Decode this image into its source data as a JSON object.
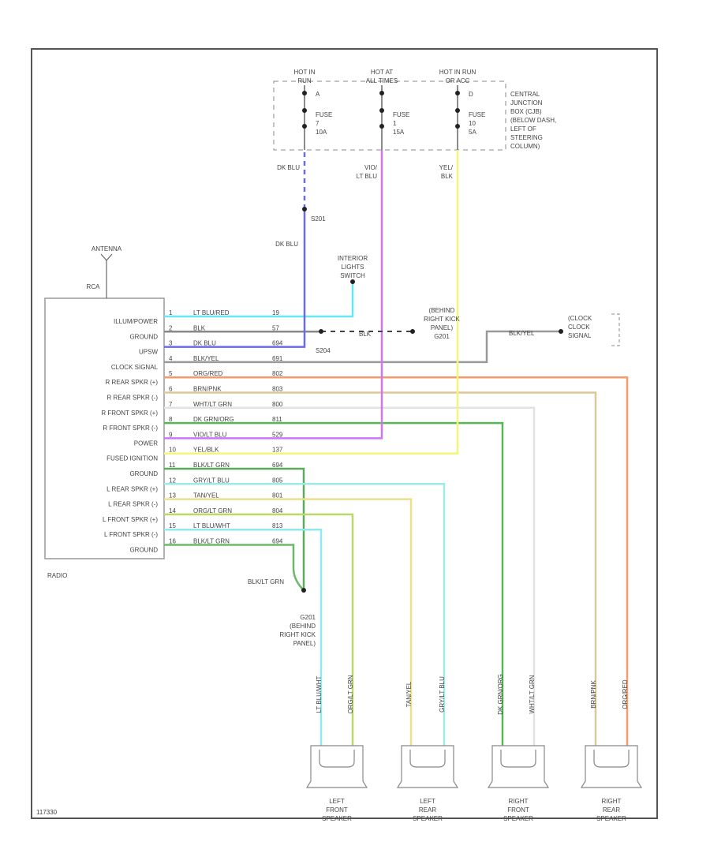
{
  "colors": {
    "frame": "#555555",
    "text": "#444444"
  },
  "fuse_box": {
    "label": [
      "CENTRAL",
      "JUNCTION",
      "BOX (CJB)",
      "(BELOW DASH,",
      "LEFT OF",
      "STEERING",
      "COLUMN)"
    ],
    "feeds": [
      {
        "hot": [
          "HOT IN",
          "RUN"
        ],
        "fuse": [
          "FUSE",
          "7",
          "10A"
        ],
        "pin": "A"
      },
      {
        "hot": [
          "HOT AT",
          "ALL TIMES"
        ],
        "fuse": [
          "FUSE",
          "1",
          "15A"
        ],
        "pin": ""
      },
      {
        "hot": [
          "HOT IN RUN",
          "OR ACC"
        ],
        "fuse": [
          "FUSE",
          "10",
          "5A"
        ],
        "pin": "D"
      }
    ],
    "feed_wire_labels": [
      [
        "DK BLU"
      ],
      [
        "VIO/",
        "LT BLU"
      ],
      [
        "YEL/",
        "BLK"
      ]
    ]
  },
  "splice_s201": "S201",
  "dk_blu_lower": "DK BLU",
  "antenna": {
    "label": "ANTENNA",
    "connector": "RCA"
  },
  "interior_switch": [
    "INTERIOR",
    "LIGHTS",
    "SWITCH"
  ],
  "s204": "S204",
  "blk_label": "BLK",
  "g201_top": [
    "(BEHIND",
    "RIGHT KICK",
    "PANEL)",
    "G201"
  ],
  "clock": {
    "wire": "BLK/YEL",
    "labels": [
      "(CLOCK",
      "CLOCK",
      "SIGNAL"
    ]
  },
  "radio": {
    "name": "RADIO",
    "pins": [
      "ILLUM/POWER",
      "GROUND",
      "UPSW",
      "CLOCK SIGNAL",
      "R REAR SPKR (+)",
      "R REAR SPKR (-)",
      "R FRONT SPKR (+)",
      "R FRONT SPKR (-)",
      "POWER",
      "FUSED IGNITION",
      "GROUND",
      "L REAR SPKR (+)",
      "L REAR SPKR (-)",
      "L FRONT SPKR (+)",
      "L FRONT SPKR (-)",
      "GROUND"
    ]
  },
  "wires": [
    {
      "pin": "1",
      "color_code": "LT BLU/RED",
      "circuit": "19",
      "stroke": "#66e8f0"
    },
    {
      "pin": "2",
      "color_code": "BLK",
      "circuit": "57",
      "stroke": "#888888"
    },
    {
      "pin": "3",
      "color_code": "DK BLU",
      "circuit": "694",
      "stroke": "#6a6af0"
    },
    {
      "pin": "4",
      "color_code": "BLK/YEL",
      "circuit": "691",
      "stroke": "#999999"
    },
    {
      "pin": "5",
      "color_code": "ORG/RED",
      "circuit": "802",
      "stroke": "#f59a6a"
    },
    {
      "pin": "6",
      "color_code": "BRN/PNK",
      "circuit": "803",
      "stroke": "#dcc89a"
    },
    {
      "pin": "7",
      "color_code": "WHT/LT GRN",
      "circuit": "800",
      "stroke": "#e2e2e2"
    },
    {
      "pin": "8",
      "color_code": "DK GRN/ORG",
      "circuit": "811",
      "stroke": "#55b855"
    },
    {
      "pin": "9",
      "color_code": "VIO/LT BLU",
      "circuit": "529",
      "stroke": "#cc77f5"
    },
    {
      "pin": "10",
      "color_code": "YEL/BLK",
      "circuit": "137",
      "stroke": "#f5f57a"
    },
    {
      "pin": "11",
      "color_code": "BLK/LT GRN",
      "circuit": "694",
      "stroke": "#5caa5c"
    },
    {
      "pin": "12",
      "color_code": "GRY/LT BLU",
      "circuit": "805",
      "stroke": "#9eeaea"
    },
    {
      "pin": "13",
      "color_code": "TAN/YEL",
      "circuit": "801",
      "stroke": "#eee08a"
    },
    {
      "pin": "14",
      "color_code": "ORG/LT GRN",
      "circuit": "804",
      "stroke": "#bcd86a"
    },
    {
      "pin": "15",
      "color_code": "LT BLU/WHT",
      "circuit": "813",
      "stroke": "#8eeaf0"
    },
    {
      "pin": "16",
      "color_code": "BLK/LT GRN",
      "circuit": "694",
      "stroke": "#6ab86a"
    }
  ],
  "ground_g201": {
    "wire": "BLK/LT GRN",
    "labels": [
      "G201",
      "(BEHIND",
      "RIGHT KICK",
      "PANEL)"
    ]
  },
  "speakers": [
    {
      "name": [
        "LEFT",
        "FRONT",
        "SPEAKER"
      ],
      "wires": [
        "LT BLU/WHT",
        "ORG/LT GRN"
      ]
    },
    {
      "name": [
        "LEFT",
        "REAR",
        "SPEAKER"
      ],
      "wires": [
        "TAN/YEL",
        "GRY/LT BLU"
      ]
    },
    {
      "name": [
        "RIGHT",
        "FRONT",
        "SPEAKER"
      ],
      "wires": [
        "DK GRN/ORG",
        "WHT/LT GRN"
      ]
    },
    {
      "name": [
        "RIGHT",
        "REAR",
        "SPEAKER"
      ],
      "wires": [
        "BRN/PNK",
        "ORG/RED"
      ]
    }
  ],
  "footer_code": "117330"
}
